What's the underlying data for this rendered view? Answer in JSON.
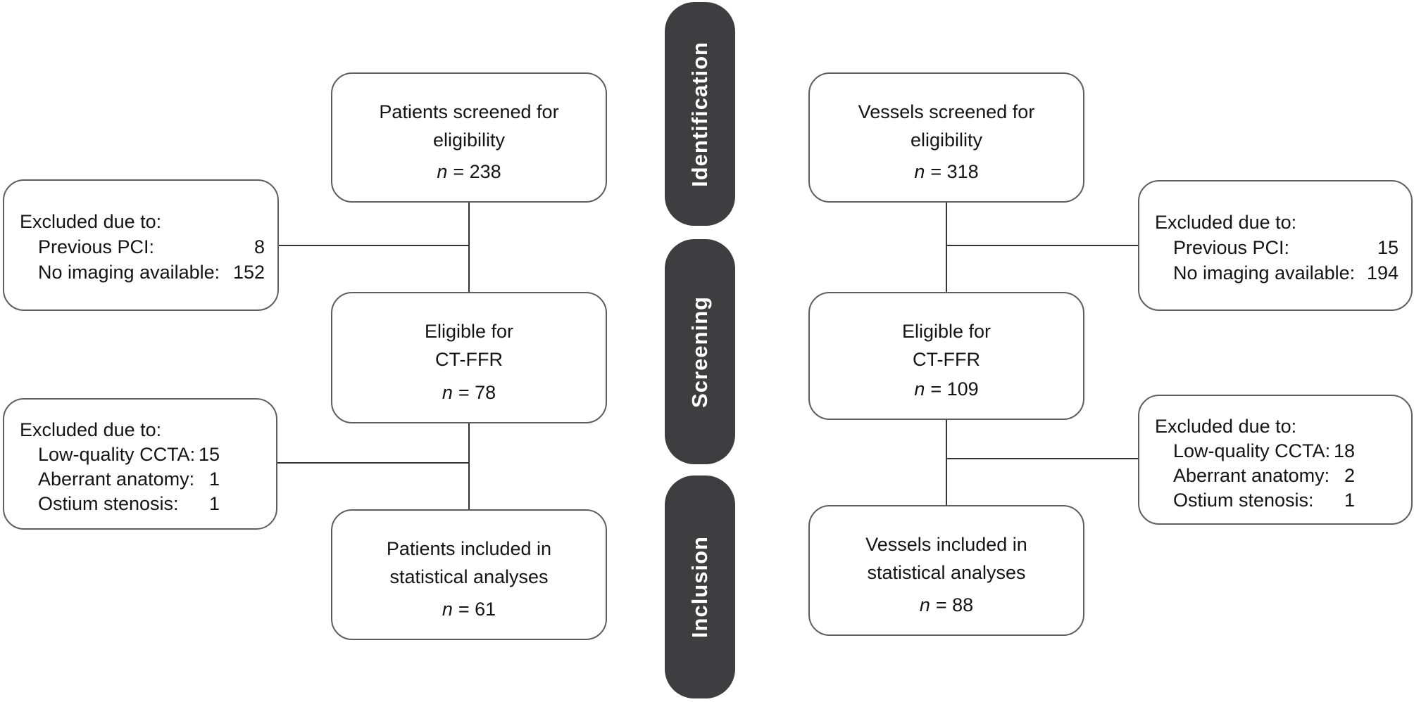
{
  "figure": {
    "background_color": "#ffffff",
    "stage_pill_color": "#3e3e40",
    "stage_text_color": "#ffffff",
    "stage_labels": [
      {
        "text": "Identification"
      },
      {
        "text": "Screening"
      },
      {
        "text": "Inclusion"
      }
    ],
    "patients": {
      "screened": {
        "line1": "Patients screened for",
        "line2": "eligibility",
        "n_symbol": "n",
        "n_value": "= 238"
      },
      "excluded1": {
        "title": "Excluded due to:",
        "items": [
          {
            "label": "Previous PCI:",
            "value": "8"
          },
          {
            "label": "No imaging available:",
            "value": "152"
          }
        ]
      },
      "eligible": {
        "line1": "Eligible for",
        "line2": "CT-FFR",
        "n_symbol": "n",
        "n_value": "= 78"
      },
      "excluded2": {
        "title": "Excluded due to:",
        "items": [
          {
            "label": "Low-quality CCTA:",
            "value": "15"
          },
          {
            "label": "Aberrant anatomy:",
            "value": "1"
          },
          {
            "label": "Ostium stenosis:",
            "value": "1"
          }
        ]
      },
      "included": {
        "line1": "Patients included in",
        "line2": "statistical analyses",
        "n_symbol": "n",
        "n_value": "= 61"
      }
    },
    "vessels": {
      "screened": {
        "line1": "Vessels screened for",
        "line2": "eligibility",
        "n_symbol": "n",
        "n_value": "= 318"
      },
      "excluded1": {
        "title": "Excluded due to:",
        "items": [
          {
            "label": "Previous PCI:",
            "value": "15"
          },
          {
            "label": "No imaging available:",
            "value": "194"
          }
        ]
      },
      "eligible": {
        "line1": "Eligible for",
        "line2": "CT-FFR",
        "n_symbol": "n",
        "n_value": "= 109"
      },
      "excluded2": {
        "title": "Excluded due to:",
        "items": [
          {
            "label": "Low-quality CCTA:",
            "value": "18"
          },
          {
            "label": "Aberrant anatomy:",
            "value": "2"
          },
          {
            "label": "Ostium stenosis:",
            "value": "1"
          }
        ]
      },
      "included": {
        "line1": "Vessels included in",
        "line2": "statistical analyses",
        "n_symbol": "n",
        "n_value": "= 88"
      }
    }
  }
}
